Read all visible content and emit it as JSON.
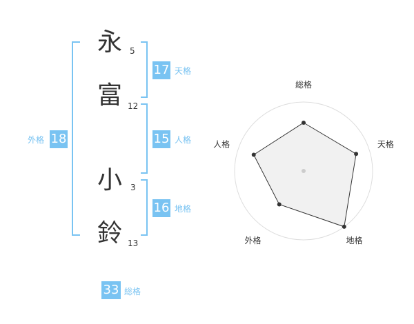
{
  "name": {
    "chars": [
      {
        "char": "永",
        "strokes": "5"
      },
      {
        "char": "富",
        "strokes": "12"
      },
      {
        "char": "小",
        "strokes": "3"
      },
      {
        "char": "鈴",
        "strokes": "13"
      }
    ]
  },
  "kakusu": {
    "tenkaku": {
      "value": "17",
      "label": "天格"
    },
    "jinkaku": {
      "value": "15",
      "label": "人格"
    },
    "chikaku": {
      "value": "16",
      "label": "地格"
    },
    "gaikaku": {
      "value": "18",
      "label": "外格"
    },
    "soukaku": {
      "value": "33",
      "label": "総格"
    }
  },
  "chart_data": {
    "type": "radar",
    "axes": [
      "総格",
      "天格",
      "地格",
      "外格",
      "人格"
    ],
    "values": [
      3.5,
      4,
      5,
      3,
      3.8
    ],
    "rmax": 5,
    "rings": 5,
    "colors": {
      "fill": "#eeeeee",
      "stroke": "#333333",
      "grid": "#dddddd",
      "accent": "#79c3f2"
    }
  }
}
